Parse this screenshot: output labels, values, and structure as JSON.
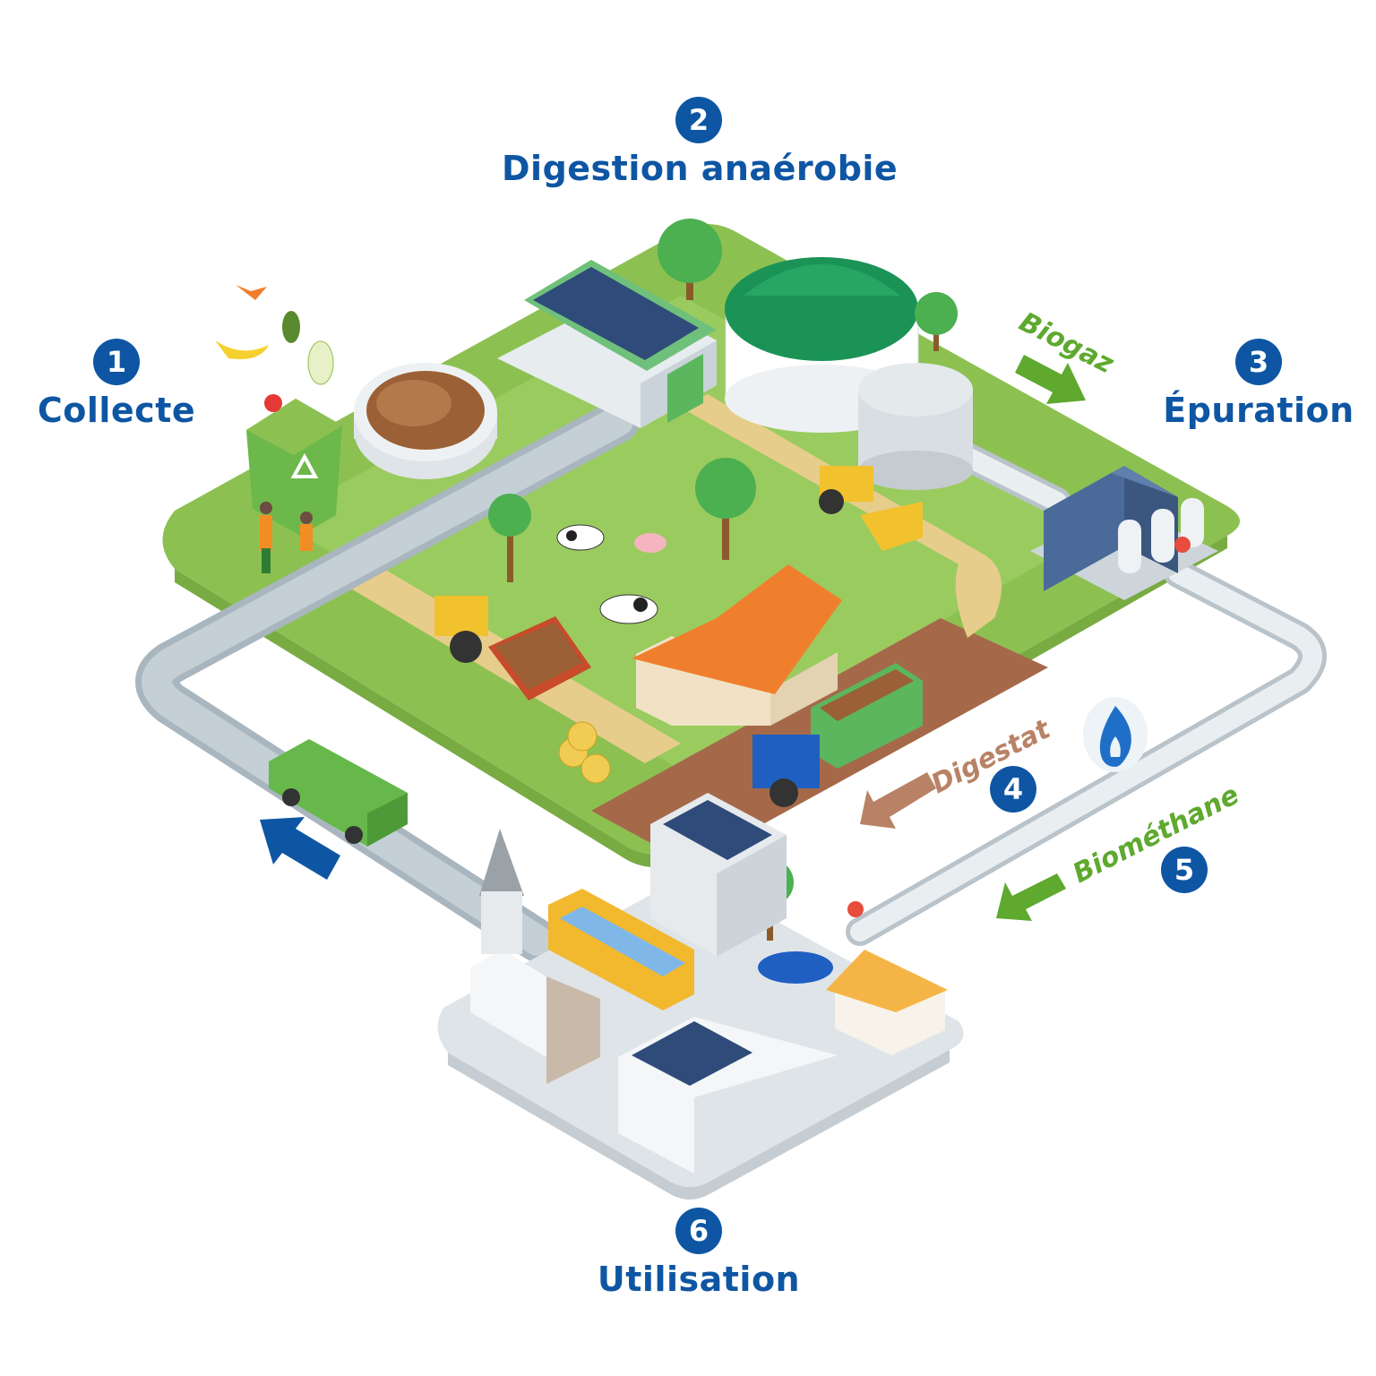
{
  "steps": [
    {
      "number": "1",
      "label": "Collecte"
    },
    {
      "number": "2",
      "label": "Digestion anaérobie"
    },
    {
      "number": "3",
      "label": "Épuration"
    },
    {
      "number": "4",
      "label": ""
    },
    {
      "number": "5",
      "label": ""
    },
    {
      "number": "6",
      "label": "Utilisation"
    }
  ],
  "flows": {
    "biogaz": "Biogaz",
    "digestat": "Digestat",
    "biomethane": "Biométhane"
  },
  "colors": {
    "step_blue": "#0e56a3",
    "grass": "#8cc152",
    "biogaz_green": "#5ea92e",
    "digestat_brown": "#b98266",
    "road": "#a9b6bf",
    "pipe": "#dde3e7"
  },
  "icons": [
    "recycle-icon",
    "gas-flame-icon",
    "direction-arrow-icon"
  ]
}
